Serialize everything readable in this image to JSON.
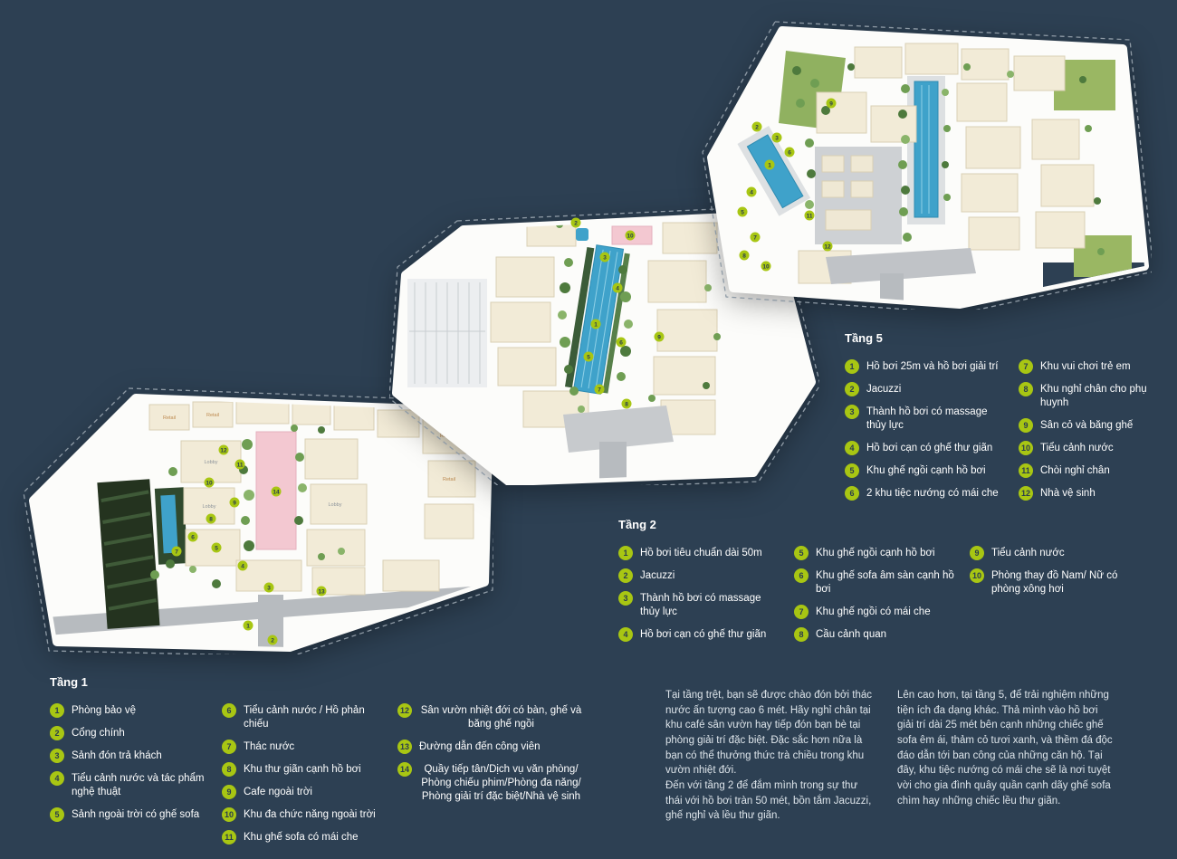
{
  "page": {
    "background": "#2d4053",
    "accent": "#a8c613",
    "text_color": "#ffffff"
  },
  "floors": {
    "tang1": {
      "title": "Tầng 1",
      "columns": [
        [
          {
            "num": "1",
            "label": "Phòng bảo vệ"
          },
          {
            "num": "2",
            "label": "Cổng chính"
          },
          {
            "num": "3",
            "label": "Sảnh đón trả khách"
          },
          {
            "num": "4",
            "label": "Tiểu cảnh nước và tác phẩm nghệ thuật"
          },
          {
            "num": "5",
            "label": "Sảnh ngoài trời có ghế sofa"
          }
        ],
        [
          {
            "num": "6",
            "label": "Tiểu cảnh nước / Hồ phản chiếu"
          },
          {
            "num": "7",
            "label": "Thác nước"
          },
          {
            "num": "8",
            "label": "Khu thư giãn cạnh hồ bơi"
          },
          {
            "num": "9",
            "label": "Cafe ngoài trời"
          },
          {
            "num": "10",
            "label": "Khu đa chức năng ngoài trời"
          },
          {
            "num": "11",
            "label": "Khu ghế sofa có mái che"
          }
        ],
        [
          {
            "num": "12",
            "label": "Sân vườn nhiệt đới có bàn, ghế và băng ghế ngồi"
          },
          {
            "num": "13",
            "label": "Đường dẫn đến công viên"
          },
          {
            "num": "14",
            "label": "Quầy tiếp tân/Dịch vụ văn phòng/ Phòng chiếu phim/Phòng đa năng/ Phòng giải trí đặc biệt/Nhà vệ sinh"
          }
        ]
      ]
    },
    "tang2": {
      "title": "Tầng 2",
      "columns": [
        [
          {
            "num": "1",
            "label": "Hồ bơi tiêu chuẩn dài 50m"
          },
          {
            "num": "2",
            "label": "Jacuzzi"
          },
          {
            "num": "3",
            "label": "Thành hồ bơi có massage thủy lực"
          },
          {
            "num": "4",
            "label": "Hồ bơi cạn có ghế thư giãn"
          }
        ],
        [
          {
            "num": "5",
            "label": "Khu ghế ngồi cạnh hồ bơi"
          },
          {
            "num": "6",
            "label": "Khu ghế sofa âm sàn cạnh hồ bơi"
          },
          {
            "num": "7",
            "label": "Khu ghế ngồi có mái che"
          },
          {
            "num": "8",
            "label": "Cầu cảnh quan"
          }
        ],
        [
          {
            "num": "9",
            "label": "Tiểu cảnh nước"
          },
          {
            "num": "10",
            "label": "Phòng thay đồ Nam/ Nữ có phòng xông hơi"
          }
        ]
      ]
    },
    "tang5": {
      "title": "Tầng 5",
      "columns": [
        [
          {
            "num": "1",
            "label": "Hồ bơi 25m và hồ bơi giải trí"
          },
          {
            "num": "2",
            "label": "Jacuzzi"
          },
          {
            "num": "3",
            "label": "Thành hồ bơi có massage thủy lực"
          },
          {
            "num": "4",
            "label": "Hồ bơi cạn có ghế thư giãn"
          },
          {
            "num": "5",
            "label": "Khu ghế ngồi cạnh hồ bơi"
          },
          {
            "num": "6",
            "label": "2 khu tiệc nướng có mái che"
          }
        ],
        [
          {
            "num": "7",
            "label": "Khu vui chơi trẻ em"
          },
          {
            "num": "8",
            "label": "Khu nghỉ chân cho phụ huynh"
          },
          {
            "num": "9",
            "label": "Sân cỏ và băng ghế"
          },
          {
            "num": "10",
            "label": "Tiểu cảnh nước"
          },
          {
            "num": "11",
            "label": "Chòi nghỉ chân"
          },
          {
            "num": "12",
            "label": "Nhà vệ sinh"
          }
        ]
      ]
    }
  },
  "plan_badges": {
    "tang1": [
      "1",
      "2",
      "3",
      "4",
      "5",
      "6",
      "7",
      "8",
      "9",
      "10",
      "11",
      "12",
      "13",
      "14"
    ],
    "tang2": [
      "1",
      "2",
      "3",
      "4",
      "5",
      "6",
      "7",
      "8",
      "9",
      "10"
    ],
    "tang5": [
      "1",
      "2",
      "3",
      "4",
      "5",
      "6",
      "7",
      "8",
      "9",
      "10",
      "11",
      "12"
    ]
  },
  "plan_labels": {
    "retail": "Retail",
    "lobby": "Lobby"
  },
  "paragraphs": {
    "p1": "Tại tầng trệt, bạn sẽ được chào đón bởi thác nước ấn tượng cao 6 mét. Hãy nghỉ chân tại khu café sân vườn hay tiếp đón bạn bè tại phòng giải trí đặc biệt. Đặc sắc hơn nữa là bạn có thể thưởng thức  trà chiều trong khu vườn nhiệt đới.",
    "p2": "Đến với tầng 2 để đắm mình trong sự thư thái với hồ bơi tràn 50 mét, bồn tắm Jacuzzi, ghế nghỉ và lều thư giãn.",
    "p3": "Lên cao hơn, tại tầng 5, để trải nghiệm những tiện ích đa dạng khác. Thả mình vào hồ bơi giải trí dài 25 mét bên cạnh những chiếc ghế sofa êm ái, thảm cỏ tươi xanh, và thềm đá độc đáo dẫn tới ban công của những căn hộ. Tại đây, khu tiệc nướng có mái che sẽ là nơi tuyệt vời cho gia đình quây quần cạnh dãy ghế sofa chìm hay những chiếc lều thư giãn."
  }
}
